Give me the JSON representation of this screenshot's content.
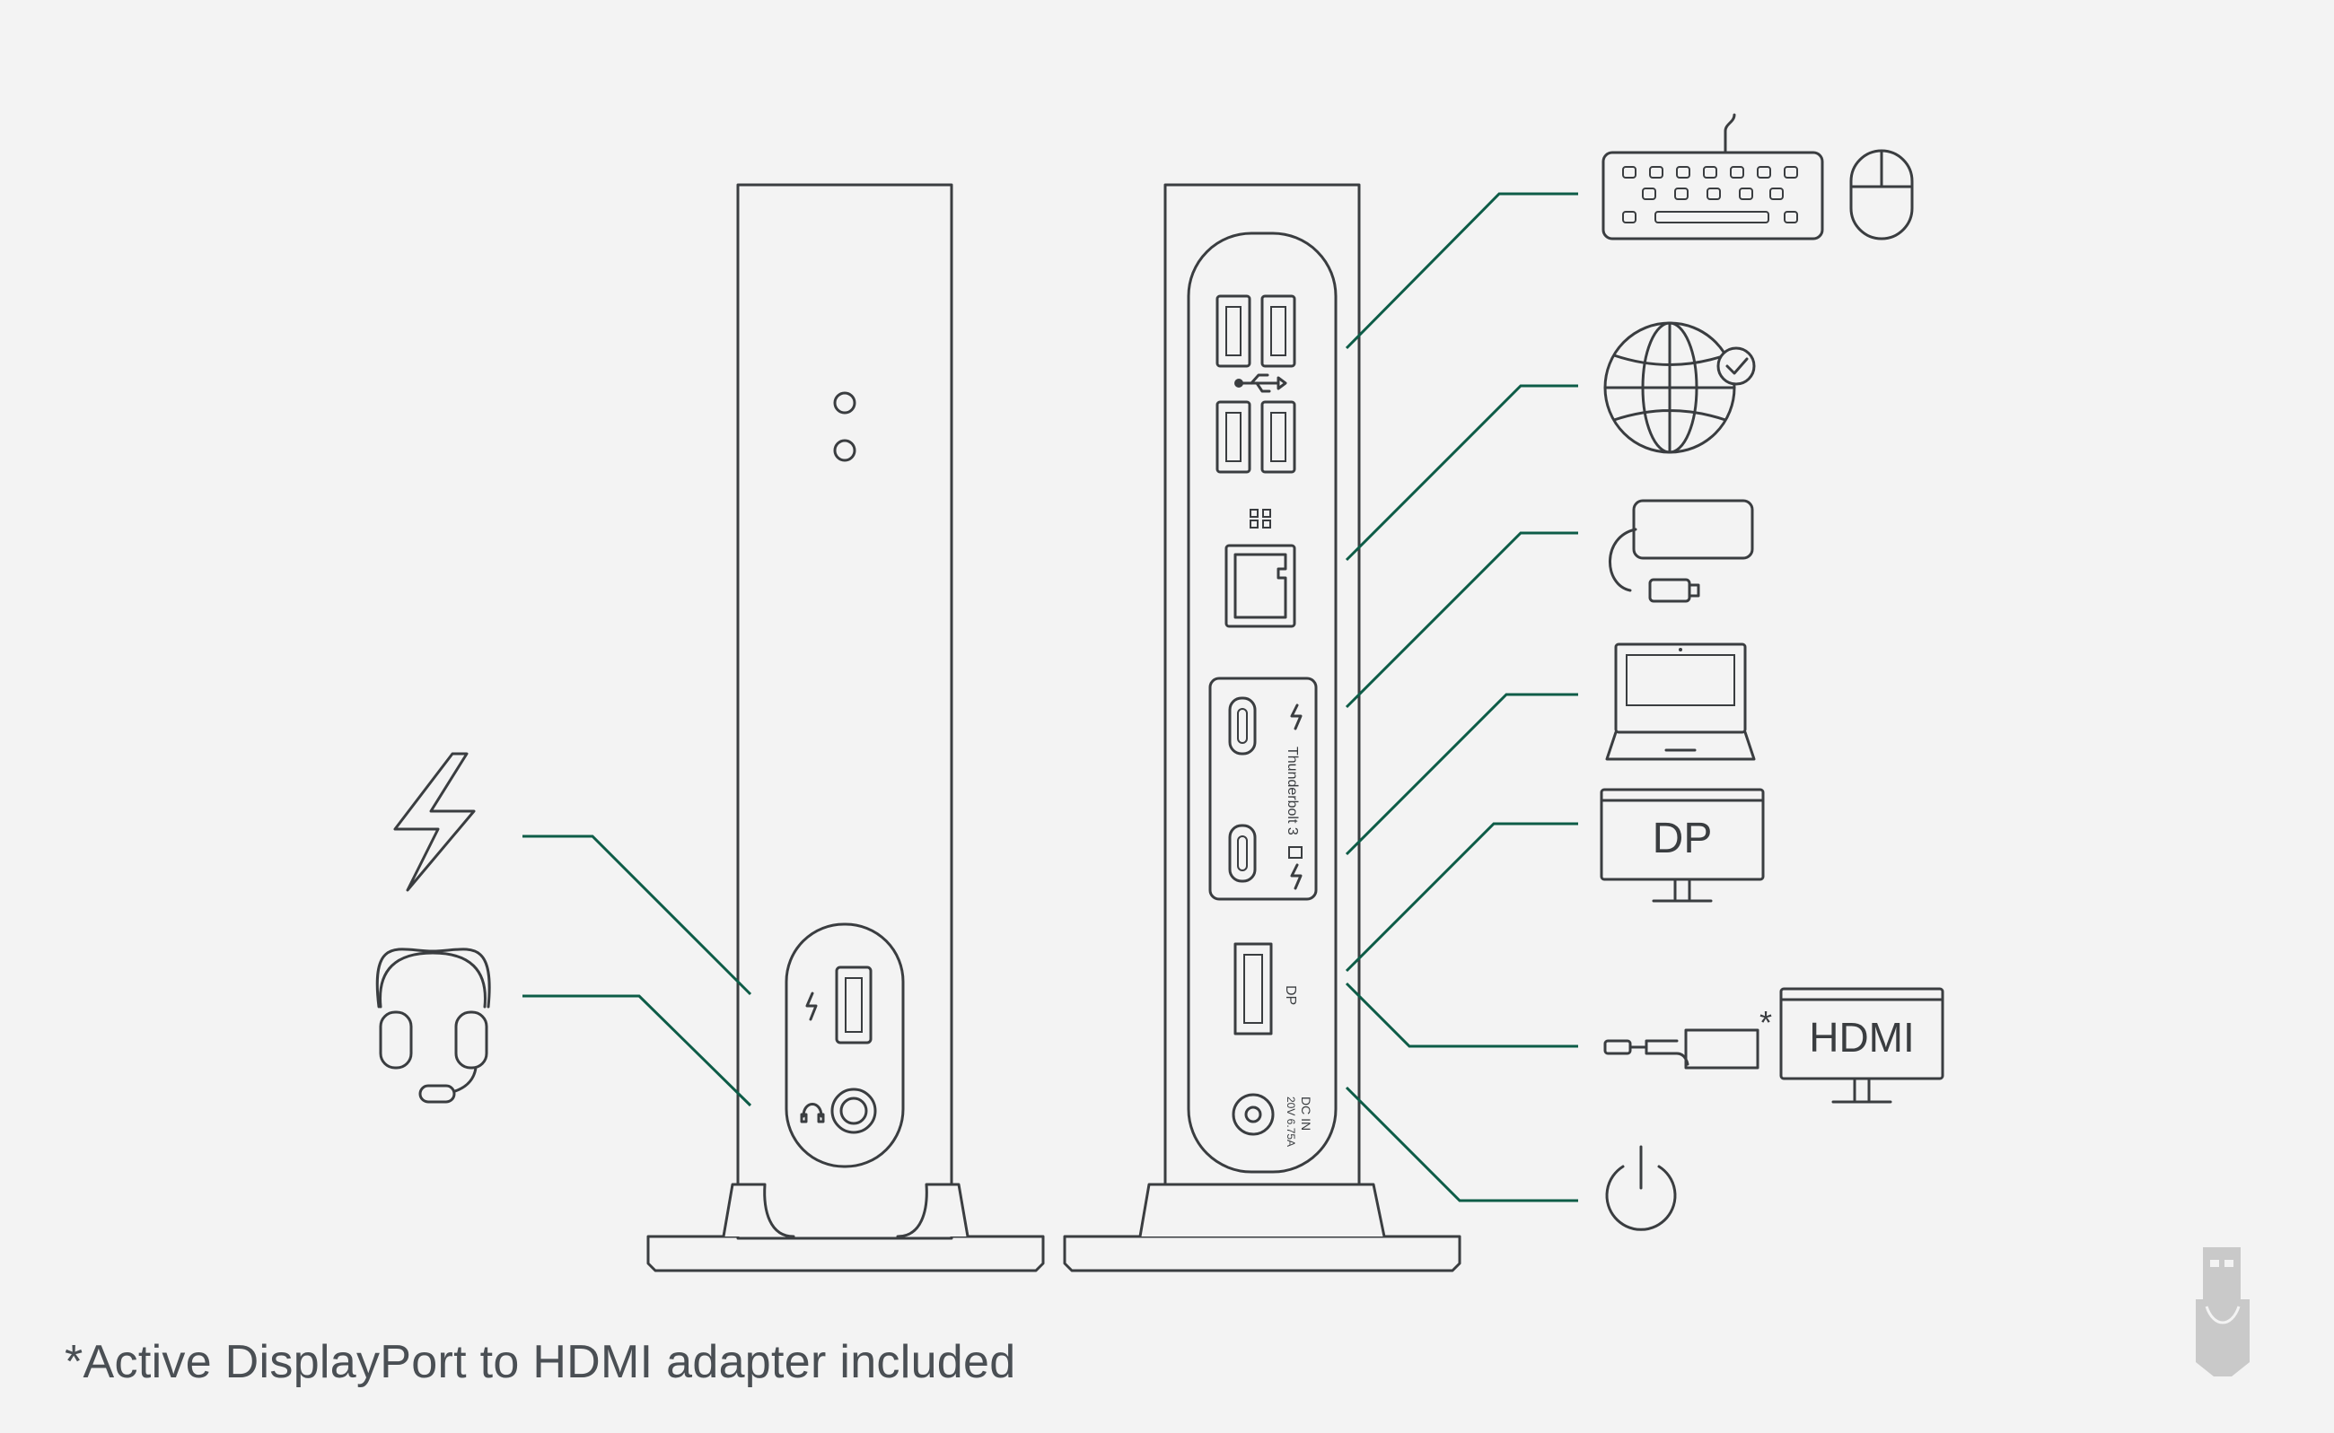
{
  "footnote": "*Active DisplayPort to HDMI adapter included",
  "ports": {
    "thunderbolt_label": "Thunderbolt 3",
    "dp_label": "DP",
    "dc_in_label": "DC IN",
    "dc_in_rating": "20V 6.75A"
  },
  "devices": {
    "dp_monitor_label": "DP",
    "hdmi_monitor_label": "HDMI",
    "adapter_note": "*"
  },
  "icons": [
    "lightning-icon",
    "headset-icon",
    "keyboard-icon",
    "mouse-icon",
    "globe-check-icon",
    "usb-hub-icon",
    "laptop-icon",
    "monitor-icon",
    "hdmi-adapter-icon",
    "power-icon",
    "usb-icon",
    "usb-symbol-icon",
    "ethernet-symbol-icon",
    "thunderbolt-icon",
    "headphone-icon"
  ],
  "colors": {
    "background": "#f3f3f3",
    "line_art": "#3a3d40",
    "leader_lines": "#0d5c47",
    "footnote_text": "#4a4f54",
    "watermark": "#c9c9c9"
  }
}
